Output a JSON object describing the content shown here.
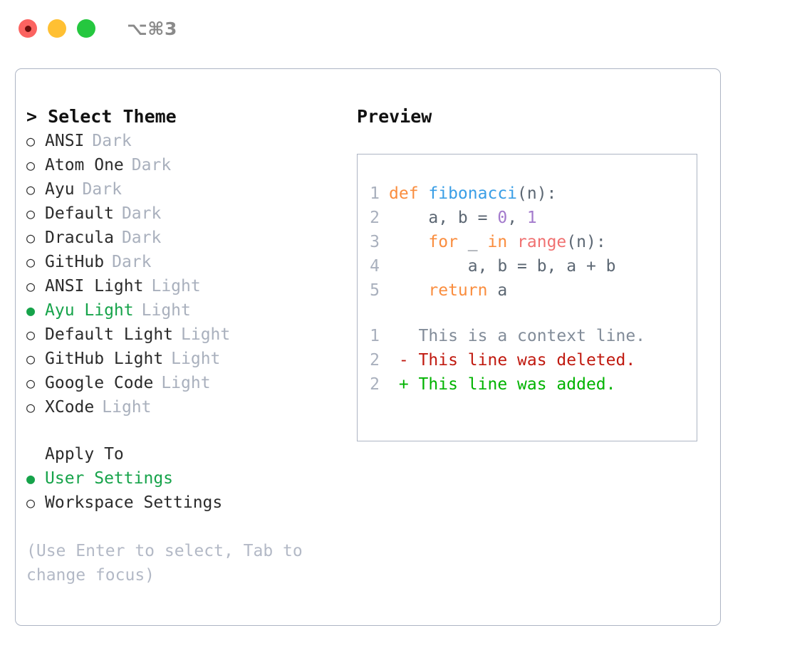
{
  "titlebar": {
    "traffic_lights": [
      {
        "name": "close",
        "color": "#fb6360"
      },
      {
        "name": "minimize",
        "color": "#ffc033"
      },
      {
        "name": "maximize",
        "color": "#25c73f"
      }
    ],
    "shortcut": "⌥⌘3"
  },
  "theme_list": {
    "header": "> Select Theme",
    "marker_selected": "●",
    "marker_unselected": "○",
    "items": [
      {
        "marker": "○",
        "name": "ANSI",
        "tag": "Dark",
        "selected": false
      },
      {
        "marker": "○",
        "name": "Atom One",
        "tag": "Dark",
        "selected": false
      },
      {
        "marker": "○",
        "name": "Ayu",
        "tag": "Dark",
        "selected": false
      },
      {
        "marker": "○",
        "name": "Default",
        "tag": "Dark",
        "selected": false
      },
      {
        "marker": "○",
        "name": "Dracula",
        "tag": "Dark",
        "selected": false
      },
      {
        "marker": "○",
        "name": "GitHub",
        "tag": "Dark",
        "selected": false
      },
      {
        "marker": "○",
        "name": "ANSI Light",
        "tag": "Light",
        "selected": false
      },
      {
        "marker": "●",
        "name": "Ayu Light",
        "tag": "Light",
        "selected": true
      },
      {
        "marker": "○",
        "name": "Default Light",
        "tag": "Light",
        "selected": false
      },
      {
        "marker": "○",
        "name": "GitHub Light",
        "tag": "Light",
        "selected": false
      },
      {
        "marker": "○",
        "name": "Google Code",
        "tag": "Light",
        "selected": false
      },
      {
        "marker": "○",
        "name": "XCode",
        "tag": "Light",
        "selected": false
      }
    ]
  },
  "apply_to": {
    "header": "Apply To",
    "items": [
      {
        "marker": "●",
        "name": "User Settings",
        "selected": true
      },
      {
        "marker": "○",
        "name": "Workspace Settings",
        "selected": false
      }
    ]
  },
  "hint": "(Use Enter to select, Tab to change focus)",
  "preview": {
    "title": "Preview",
    "code_lines": [
      {
        "ln": "1",
        "tokens": [
          {
            "t": "def ",
            "c": "t-kw"
          },
          {
            "t": "fibonacci",
            "c": "t-fn"
          },
          {
            "t": "(n):",
            "c": "t-punct"
          }
        ]
      },
      {
        "ln": "2",
        "tokens": [
          {
            "t": "    a, b = ",
            "c": "t-plain"
          },
          {
            "t": "0",
            "c": "t-num"
          },
          {
            "t": ", ",
            "c": "t-punct"
          },
          {
            "t": "1",
            "c": "t-num"
          }
        ]
      },
      {
        "ln": "3",
        "tokens": [
          {
            "t": "    ",
            "c": "t-plain"
          },
          {
            "t": "for",
            "c": "t-kw"
          },
          {
            "t": " _ ",
            "c": "t-plain"
          },
          {
            "t": "in",
            "c": "t-kw"
          },
          {
            "t": " ",
            "c": "t-plain"
          },
          {
            "t": "range",
            "c": "t-call"
          },
          {
            "t": "(n):",
            "c": "t-punct"
          }
        ]
      },
      {
        "ln": "4",
        "tokens": [
          {
            "t": "        a, b = b, a + b",
            "c": "t-plain"
          }
        ]
      },
      {
        "ln": "5",
        "tokens": [
          {
            "t": "    ",
            "c": "t-plain"
          },
          {
            "t": "return",
            "c": "t-kw"
          },
          {
            "t": " a",
            "c": "t-plain"
          }
        ]
      }
    ],
    "diff_lines": [
      {
        "ln": "1",
        "text": "   This is a context line.",
        "kind": "d-ctx"
      },
      {
        "ln": "2",
        "text": " - This line was deleted.",
        "kind": "d-del"
      },
      {
        "ln": "2",
        "text": " + This line was added.",
        "kind": "d-add"
      }
    ]
  },
  "colors": {
    "accent_green": "#16a34a",
    "muted_gray": "#a9b0bd",
    "border": "#adb5c4",
    "syntax_keyword": "#fa8d3e",
    "syntax_function": "#399ee6",
    "syntax_number": "#a37acc",
    "syntax_call": "#f07171",
    "syntax_plain": "#5c6773",
    "diff_context": "#828c99",
    "diff_deleted": "#c0190f",
    "diff_added": "#00b300"
  }
}
